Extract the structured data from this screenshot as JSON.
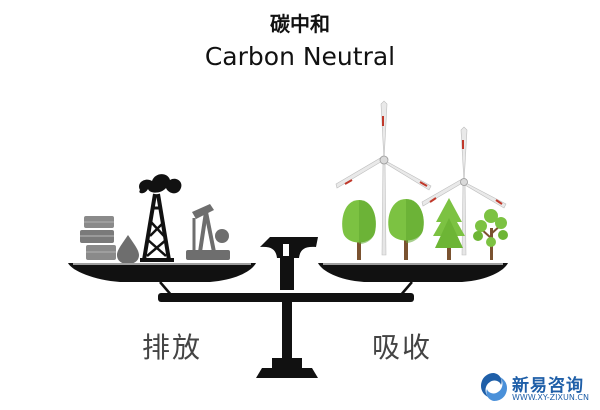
{
  "title": {
    "chinese": "碳中和",
    "english": "Carbon Neutral"
  },
  "left_pan": {
    "label": "排放",
    "icons": [
      "oil-barrels-icon",
      "oil-drop-icon",
      "oil-derrick-icon",
      "pumpjack-icon"
    ]
  },
  "right_pan": {
    "label": "吸收",
    "icons": [
      "tree-icon",
      "tree-icon",
      "pine-tree-icon",
      "small-tree-icon",
      "wind-turbine-icon",
      "wind-turbine-icon"
    ]
  },
  "brand": {
    "name": "新易咨询",
    "url": "WWW.XY-ZIXUN.CN"
  },
  "colors": {
    "scale": "#111111",
    "emission_gray": "#777777",
    "tree_green": "#7cc242",
    "tree_trunk": "#7a5230",
    "turbine": "#e8e8e8",
    "turbine_accent": "#c0392b",
    "brand_blue": "#1f5fa8"
  }
}
